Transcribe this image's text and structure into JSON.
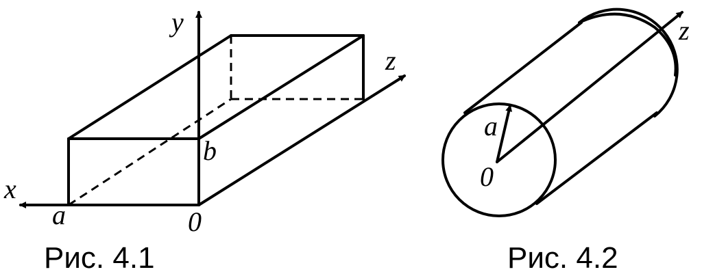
{
  "fig1": {
    "caption": "Рис. 4.1",
    "axis_x": "x",
    "axis_y": "y",
    "axis_z": "z",
    "label_a": "a",
    "label_b": "b",
    "label_origin": "0"
  },
  "fig2": {
    "caption": "Рис. 4.2",
    "axis_z": "z",
    "label_a": "a",
    "label_origin": "0"
  }
}
